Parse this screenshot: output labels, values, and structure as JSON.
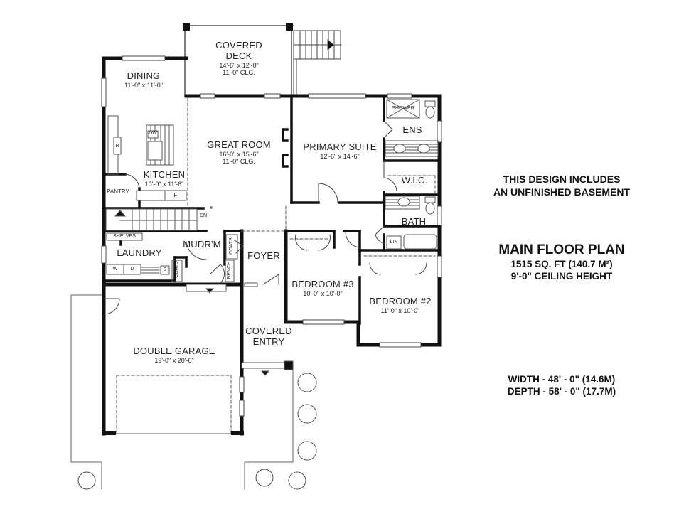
{
  "rooms": {
    "covered_deck": {
      "name_line1": "COVERED",
      "name_line2": "DECK",
      "dims": "14'-6\" x 12'-0\"",
      "ceiling": "11'-0\" CLG."
    },
    "dining": {
      "name": "DINING",
      "dims": "11'-0\" x 11'-0\""
    },
    "great_room": {
      "name": "GREAT ROOM",
      "dims": "16'-0\" x 15'-6\"",
      "ceiling": "11'-0\" CLG."
    },
    "kitchen": {
      "name": "KITCHEN",
      "dims": "10'-0\" x 11'-6\""
    },
    "primary_suite": {
      "name": "PRIMARY SUITE",
      "dims": "12'-6\" x 14'-6\""
    },
    "ensuite": {
      "name": "ENS"
    },
    "wic": {
      "name": "W.I.C."
    },
    "bath": {
      "name": "BATH"
    },
    "bedroom3": {
      "name": "BEDROOM #3",
      "dims": "10'-0\" x 10'-0\""
    },
    "bedroom2": {
      "name": "BEDROOM #2",
      "dims": "11'-0\" x 10'-0\""
    },
    "laundry": {
      "name": "LAUNDRY"
    },
    "mudroom": {
      "name": "MUDR'M"
    },
    "foyer": {
      "name": "FOYER"
    },
    "covered_entry": {
      "name_line1": "COVERED",
      "name_line2": "ENTRY"
    },
    "garage": {
      "name": "DOUBLE GARAGE",
      "dims": "19'-0\" x 20'-6\""
    },
    "pantry": {
      "name": "PANTRY"
    }
  },
  "fixtures": {
    "shower": "SHOWER",
    "dishwasher": "DW",
    "refrigerator": "R",
    "freezer": "F",
    "stairs_down": "DN",
    "shelves": "SHELVES",
    "washer": "W",
    "dryer": "D",
    "sink": "S",
    "coats_laundry": "COATS",
    "coats_foyer": "COATS",
    "bench": "BENCH",
    "linen": "LIN"
  },
  "notes": {
    "basement_line1": "THIS DESIGN INCLUDES",
    "basement_line2": "AN UNFINISHED BASEMENT",
    "title": "MAIN FLOOR PLAN",
    "area": "1515 SQ. FT (140.7 M²)",
    "ceiling": "9'-0\" CEILING HEIGHT",
    "width": "WIDTH - 48' - 0\" (14.6M)",
    "depth": "DEPTH - 58' - 0\" (17.7M)"
  },
  "colors": {
    "wall": "#111111",
    "line": "#555555",
    "background": "#ffffff"
  }
}
